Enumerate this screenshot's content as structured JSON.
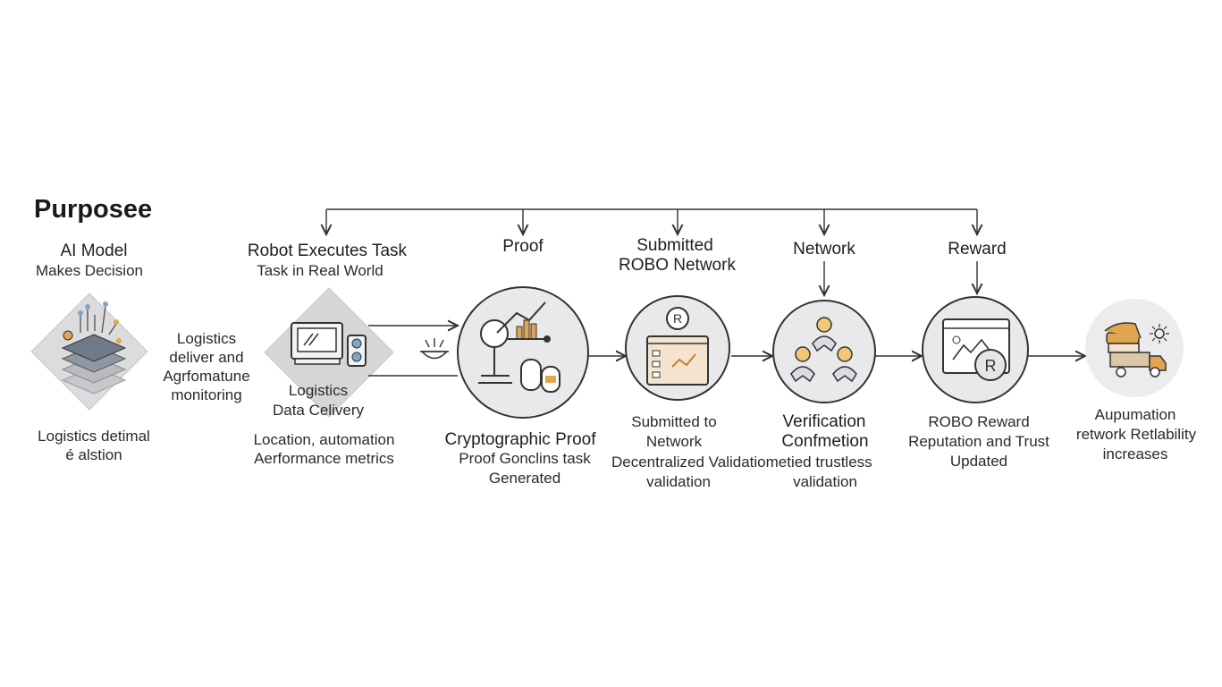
{
  "title": "Purposee",
  "top_labels": {
    "robot_line1": "Robot Executes Task",
    "robot_line2": "Task in Real World",
    "proof": "Proof",
    "submitted_line1": "Submitted",
    "submitted_line2": "ROBO Network",
    "network": "Network",
    "reward": "Reward"
  },
  "ai": {
    "head1": "AI Model",
    "head2": "Makes Decision",
    "foot1": "Logistics detimal",
    "foot2": "é alstion"
  },
  "logistics_side": {
    "line1": "Logistics",
    "line2": "deliver and",
    "line3": "Agrfomatune",
    "line4": "monitoring"
  },
  "robot": {
    "inner1": "Logistics",
    "inner2": "Data Celivery",
    "foot1": "Location, automation",
    "foot2": "Aerformance metrics"
  },
  "proof": {
    "foot1": "Cryptographic Proof",
    "foot2": "Proof Gonclins task",
    "foot3": "Generated"
  },
  "submitted": {
    "foot1": "Submitted to",
    "foot2": "Network",
    "foot3": "Decentralized Validatiometied trustless",
    "foot4": "validation"
  },
  "verification": {
    "foot1": "Verification",
    "foot2": "Confmetion",
    "foot3": "validation"
  },
  "reward": {
    "foot1": "ROBO Reward",
    "foot2": "Reputation and Trust",
    "foot3": "Updated"
  },
  "final": {
    "foot1": "Aupumation",
    "foot2": "retwork Retlability",
    "foot3": "increases"
  },
  "icons": {
    "ai": "ai-chip-layers-icon",
    "robot": "monitor-device-icon",
    "bowl": "bowl-icon",
    "proof": "lab-chart-machine-icon",
    "submitted": "certificate-dashboard-icon",
    "network": "people-network-icon",
    "reward": "reward-chart-icon",
    "final": "truck-cargo-icon"
  },
  "colors": {
    "accent": "#e0a64f",
    "circle": "#e9e9ec",
    "diamond": "#d9d9dc",
    "line": "#333333"
  }
}
